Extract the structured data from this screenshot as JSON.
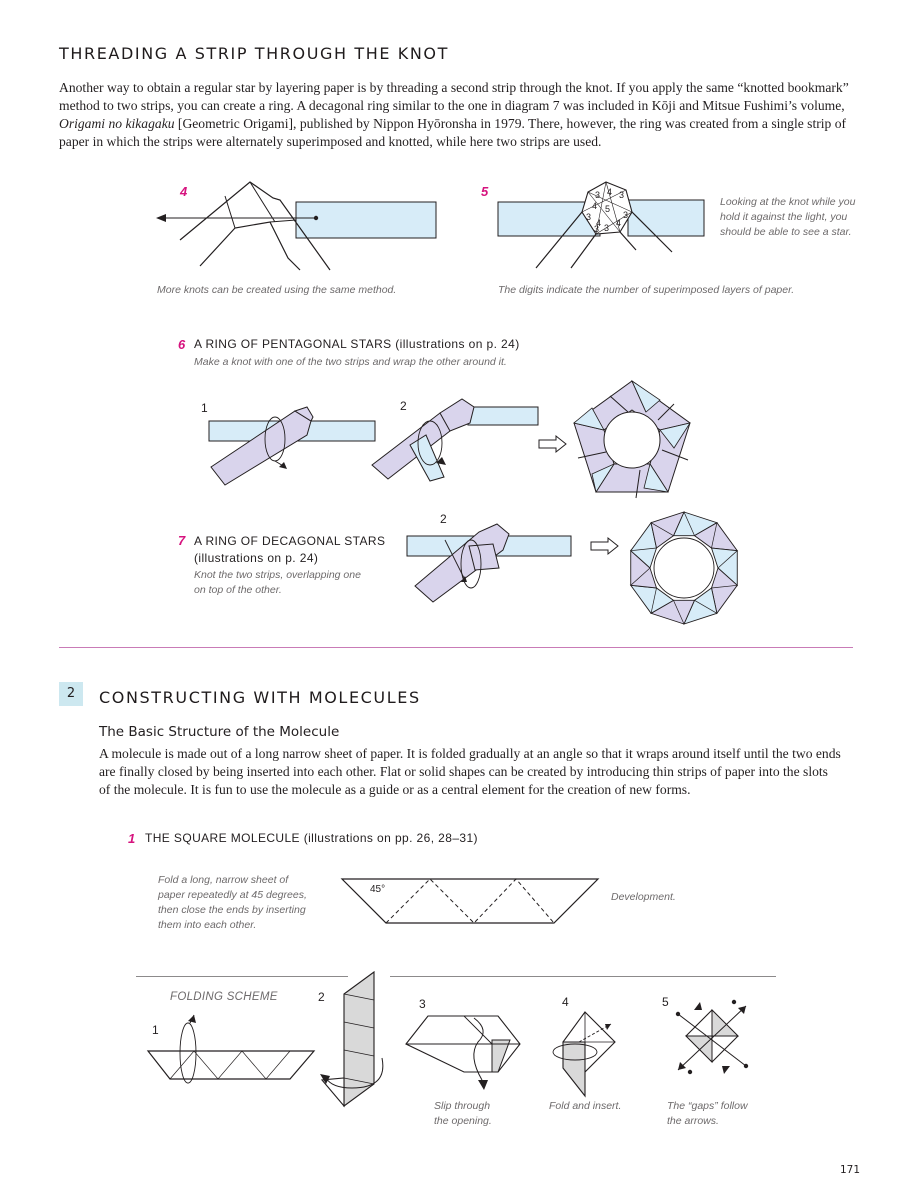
{
  "section1": {
    "title": "THREADING A STRIP THROUGH THE KNOT",
    "paragraph_lines": [
      "Another way to obtain a regular star by layering paper is by threading a second strip through the knot. If you apply the same “knotted bookmark”",
      "method to two strips, you can create a ring. A decagonal ring similar to the one in diagram 7 was included in Kōji and Mitsue Fushimi’s volume,",
      "[ITALIC]Origami no kikagaku[/ITALIC] [Geometric Origami], published by Nippon Hyōronsha in 1979. There, however, the ring was created from a single strip of",
      "paper in which the strips were alternately superimposed and knotted, while here two strips are used."
    ],
    "para_line3_italic": "Origami no kikagaku",
    "para_line3_rest": " [Geometric Origami], published by Nippon Hyōronsha in 1979. There, however, the ring was created from a single strip of",
    "step4_num": "4",
    "step5_num": "5",
    "step4_caption": "More knots can be created using the same method.",
    "step5_caption": "The digits indicate the number of superimposed layers of paper.",
    "step5_note": [
      "Looking at the knot while you",
      "hold it against the light, you",
      "should be able to see a star."
    ],
    "star_digits": [
      "3",
      "4",
      "3",
      "4",
      "5",
      "3",
      "3",
      "4",
      "3",
      "4",
      "3"
    ],
    "step6_num": "6",
    "step6_title": "A RING OF PENTAGONAL STARS",
    "step6_ref": "(illustrations on p. 24)",
    "step6_desc": "Make a knot with one of the two strips and wrap the other around it.",
    "step6_sub1": "1",
    "step6_sub2": "2",
    "step7_num": "7",
    "step7_title": "A RING OF DECAGONAL STARS",
    "step7_ref": "(illustrations on p. 24)",
    "step7_desc": [
      "Knot the two strips, overlapping one",
      "on top of the other."
    ],
    "step7_sub2": "2"
  },
  "section2": {
    "badge": "2",
    "title": "CONSTRUCTING WITH MOLECULES",
    "subtitle": "The Basic Structure of the Molecule",
    "paragraph_lines": [
      "A molecule is made out of a long narrow sheet of paper. It is folded gradually at an angle so that it wraps around itself until the two ends",
      "are finally closed by being inserted into each other. Flat or solid shapes can be created by introducing thin strips of paper into the slots",
      "of the molecule. It is fun to use the molecule as a guide or as a central element for the creation of new forms."
    ],
    "step1_num": "1",
    "step1_title": "THE SQUARE MOLECULE",
    "step1_ref": "(illustrations on pp. 26, 28–31)",
    "fold_note": [
      "Fold a long, narrow sheet of",
      "paper repeatedly at 45 degrees,",
      "then close the ends by inserting",
      "them into each other."
    ],
    "angle_label": "45°",
    "development_label": "Development.",
    "folding_scheme_label": "FOLDING SCHEME",
    "fs_step1": "1",
    "fs_step2": "2",
    "fs_step3": "3",
    "fs_step4": "4",
    "fs_step5": "5",
    "fs3_caption": [
      "Slip through",
      "the opening."
    ],
    "fs4_caption": "Fold and insert.",
    "fs5_caption": [
      "The “gaps” follow",
      "the arrows."
    ]
  },
  "page_number": "171",
  "colors": {
    "accent": "#d6137e",
    "strip_blue": "#d7ecf8",
    "strip_lavender": "#d9d4ec",
    "badge_bg": "#cde8f0",
    "divider": "#c97bb7",
    "gray_fill": "#d9d9d9"
  }
}
